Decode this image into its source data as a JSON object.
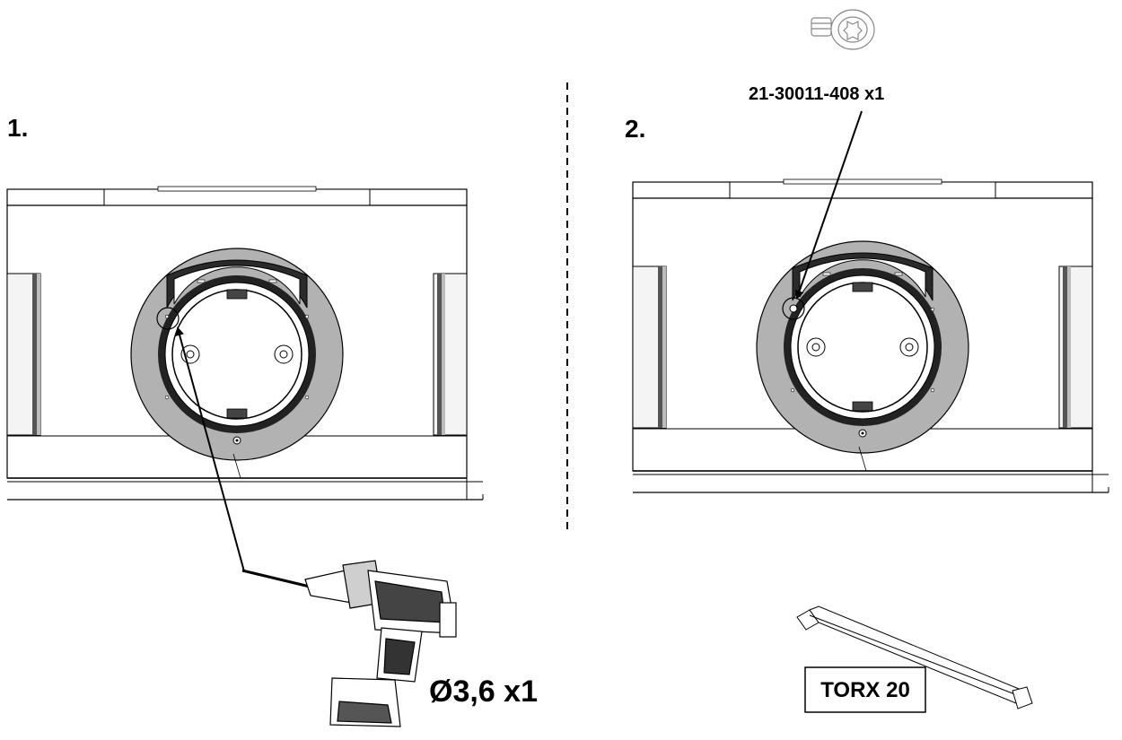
{
  "steps": [
    {
      "number": "1.",
      "drill_label": "Ø3,6 x1"
    },
    {
      "number": "2.",
      "screw_label": "21-30011-408 x1",
      "tool_label": "TORX 20"
    }
  ]
}
